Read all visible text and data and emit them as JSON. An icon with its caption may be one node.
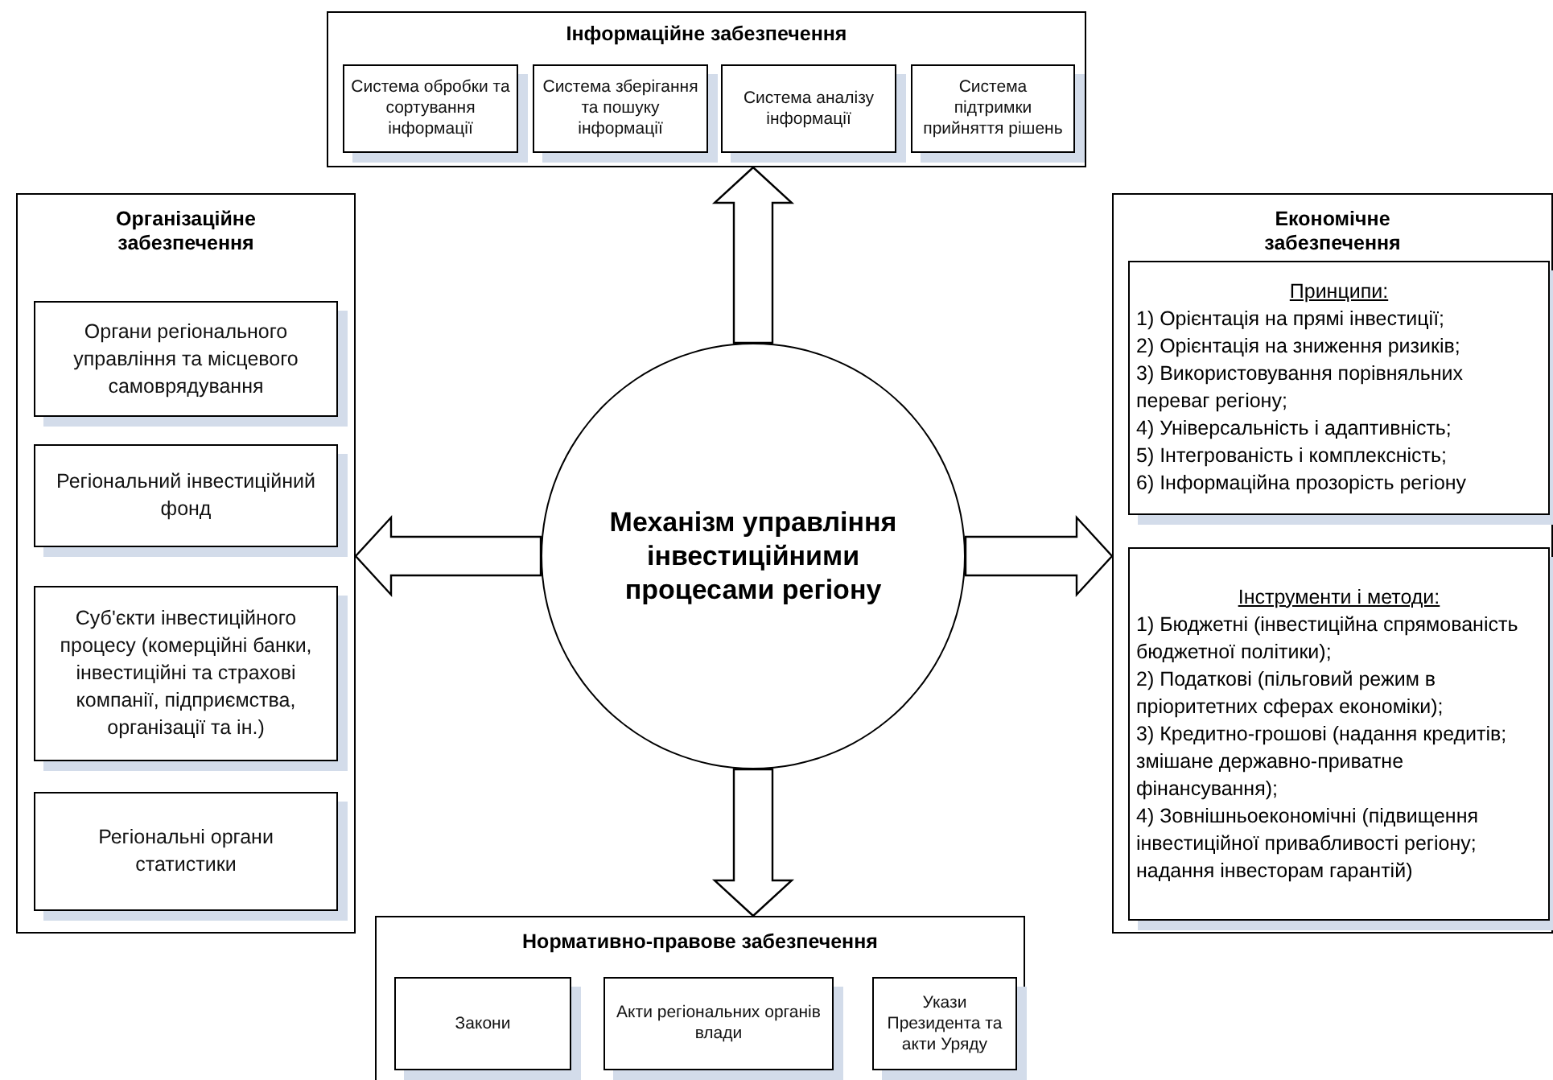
{
  "diagram": {
    "nodes": [
      {
        "text": [
          "Інформаційне забезпечення"
        ]
      },
      {
        "text": [
          "Система обробки та сортування інформації"
        ],
        "in": 0
      },
      {
        "text": [
          "Система зберігання та пошуку інформації"
        ],
        "in": 0
      },
      {
        "text": [
          "Система аналізу інформації"
        ],
        "in": 0
      },
      {
        "text": [
          "Система підтримки прийняття рішень"
        ],
        "in": 0
      },
      {
        "text": [
          "Організаційне забезпечення"
        ]
      },
      {
        "text": [
          "Органи регіонального управління та місцевого самоврядування"
        ],
        "in": 5
      },
      {
        "text": [
          "Регіональний інвестиційний фонд"
        ],
        "in": 5
      },
      {
        "text": [
          "Суб'єкти інвестиційного процесу (комерційні банки, інвестиційні та страхові компанії, підприємства, організації та ін.)"
        ],
        "in": 5
      },
      {
        "text": [
          "Регіональні органи статистики"
        ],
        "in": 5
      },
      {
        "text": [
          "Механізм управління інвестиційними процесами регіону"
        ]
      },
      {
        "text": [
          "Економічне забезпечення"
        ]
      },
      {
        "text": [
          "Принципи:",
          "1) Орієнтація на прямі інвестиції;",
          "2) Орієнтація на зниження ризиків;",
          "3) Використовування порівняльних переваг регіону;",
          "4) Універсальність і адаптивність;",
          "5) Інтегрованість і комплексність;",
          "6) Інформаційна прозорість регіону"
        ],
        "in": 11
      },
      {
        "text": [
          "Інструменти і методи:",
          "1) Бюджетні (інвестиційна спрямованість бюджетної політики);",
          "2) Податкові (пільговий режим в пріоритетних сферах економіки);",
          "3) Кредитно-грошові (надання кредитів; змішане державно-приватне фінансування);",
          "4) Зовнішньоекономічні (підвищення інвестиційної привабливості регіону; надання інвесторам гарантій)"
        ],
        "in": 11
      },
      {
        "text": [
          "Нормативно-правове забезпечення"
        ]
      },
      {
        "text": [
          "Закони"
        ],
        "in": 14
      },
      {
        "text": [
          "Акти регіональних органів влади"
        ],
        "in": 14
      },
      {
        "text": [
          "Укази Президента та акти Уряду"
        ],
        "in": 14
      }
    ],
    "edges": [
      {
        "from": 10,
        "to": 0,
        "arrow": "to",
        "style": "thick"
      },
      {
        "from": 10,
        "to": 5,
        "arrow": "to",
        "style": "thick"
      },
      {
        "from": 10,
        "to": 11,
        "arrow": "to",
        "style": "thick"
      },
      {
        "from": 10,
        "to": 14,
        "arrow": "to",
        "style": "thick"
      }
    ]
  }
}
